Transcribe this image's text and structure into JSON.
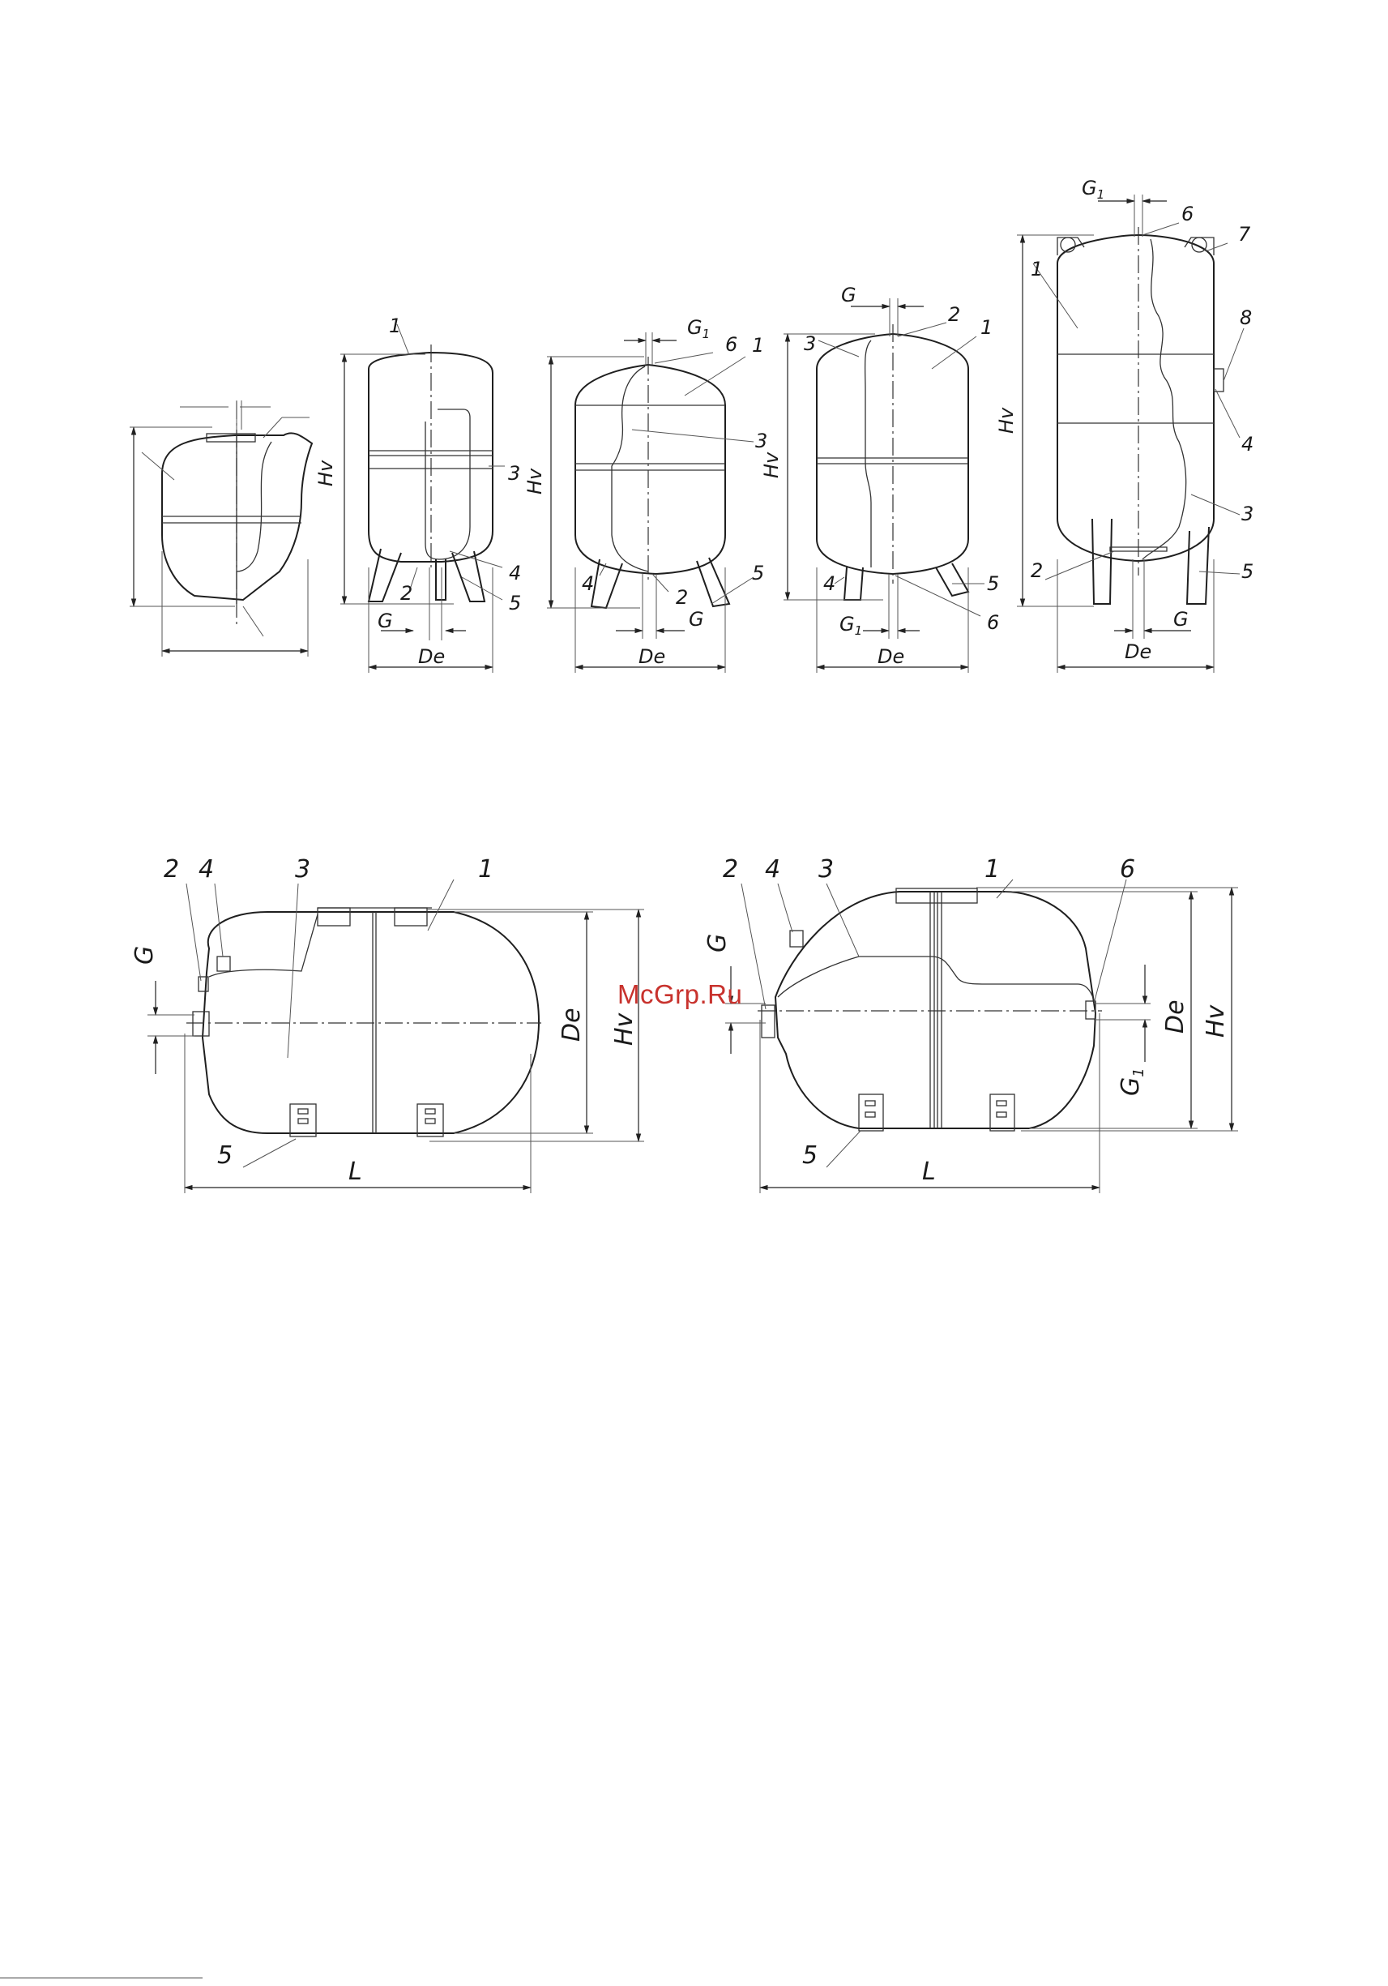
{
  "watermark": "McGrp.Ru",
  "labels": {
    "n1": "1",
    "n2": "2",
    "n3": "3",
    "n4": "4",
    "n5": "5",
    "n6": "6",
    "n7": "7",
    "n8": "8",
    "g": "G",
    "g1_base": "G",
    "g1_sub": "1",
    "de": "De",
    "hv": "Hv",
    "l": "L"
  }
}
